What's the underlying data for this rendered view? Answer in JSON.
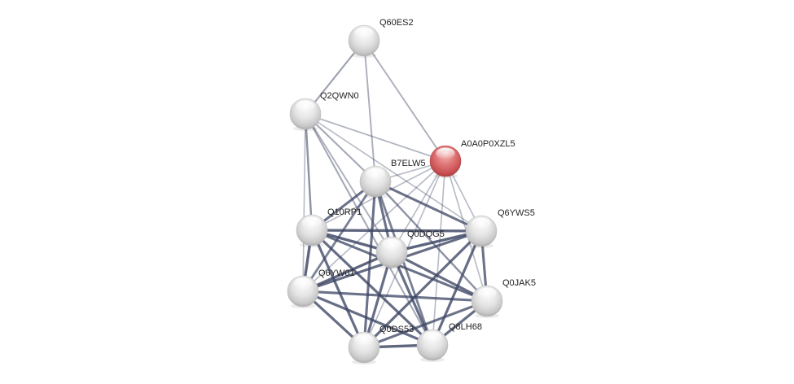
{
  "network": {
    "query_protein": "A0A0P0XZL5",
    "nodes": [
      {
        "id": "Q60ES2",
        "label": "Q60ES2",
        "query": false
      },
      {
        "id": "Q2QWN0",
        "label": "Q2QWN0",
        "query": false
      },
      {
        "id": "A0A0P0XZL5",
        "label": "A0A0P0XZL5",
        "query": true
      },
      {
        "id": "B7ELW5",
        "label": "B7ELW5",
        "query": false
      },
      {
        "id": "Q10RP1",
        "label": "Q10RP1",
        "query": false
      },
      {
        "id": "Q6YWS5",
        "label": "Q6YWS5",
        "query": false
      },
      {
        "id": "Q0DQG5",
        "label": "Q0DQG5",
        "query": false
      },
      {
        "id": "Q6YW01",
        "label": "Q6YW01",
        "query": false
      },
      {
        "id": "Q0JAK5",
        "label": "Q0JAK5",
        "query": false
      },
      {
        "id": "Q0DS53",
        "label": "Q0DS53",
        "query": false
      },
      {
        "id": "Q8LH68",
        "label": "Q8LH68",
        "query": false
      }
    ],
    "edges": [
      {
        "a": "Q60ES2",
        "b": "Q2QWN0",
        "strength": 0.45
      },
      {
        "a": "Q60ES2",
        "b": "A0A0P0XZL5",
        "strength": 0.35
      },
      {
        "a": "Q60ES2",
        "b": "B7ELW5",
        "strength": 0.35
      },
      {
        "a": "Q2QWN0",
        "b": "A0A0P0XZL5",
        "strength": 0.3
      },
      {
        "a": "Q2QWN0",
        "b": "B7ELW5",
        "strength": 0.4
      },
      {
        "a": "Q2QWN0",
        "b": "Q10RP1",
        "strength": 0.55
      },
      {
        "a": "Q2QWN0",
        "b": "Q6YW01",
        "strength": 0.25
      },
      {
        "a": "Q2QWN0",
        "b": "Q0DQG5",
        "strength": 0.35
      },
      {
        "a": "Q2QWN0",
        "b": "Q6YWS5",
        "strength": 0.25
      },
      {
        "a": "Q2QWN0",
        "b": "Q8LH68",
        "strength": 0.4
      },
      {
        "a": "A0A0P0XZL5",
        "b": "B7ELW5",
        "strength": 0.25
      },
      {
        "a": "A0A0P0XZL5",
        "b": "Q10RP1",
        "strength": 0.25
      },
      {
        "a": "A0A0P0XZL5",
        "b": "Q0DQG5",
        "strength": 0.25
      },
      {
        "a": "A0A0P0XZL5",
        "b": "Q6YWS5",
        "strength": 0.25
      },
      {
        "a": "A0A0P0XZL5",
        "b": "Q6YW01",
        "strength": 0.25
      },
      {
        "a": "A0A0P0XZL5",
        "b": "Q0JAK5",
        "strength": 0.25
      },
      {
        "a": "A0A0P0XZL5",
        "b": "Q0DS53",
        "strength": 0.25
      },
      {
        "a": "A0A0P0XZL5",
        "b": "Q8LH68",
        "strength": 0.25
      },
      {
        "a": "B7ELW5",
        "b": "Q10RP1",
        "strength": 0.8
      },
      {
        "a": "B7ELW5",
        "b": "Q0DQG5",
        "strength": 0.8
      },
      {
        "a": "B7ELW5",
        "b": "Q6YWS5",
        "strength": 0.8
      },
      {
        "a": "B7ELW5",
        "b": "Q6YW01",
        "strength": 0.7
      },
      {
        "a": "B7ELW5",
        "b": "Q0JAK5",
        "strength": 0.55
      },
      {
        "a": "B7ELW5",
        "b": "Q0DS53",
        "strength": 0.8
      },
      {
        "a": "B7ELW5",
        "b": "Q8LH68",
        "strength": 0.7
      },
      {
        "a": "Q10RP1",
        "b": "Q0DQG5",
        "strength": 0.9
      },
      {
        "a": "Q10RP1",
        "b": "Q6YWS5",
        "strength": 0.9
      },
      {
        "a": "Q10RP1",
        "b": "Q6YW01",
        "strength": 0.9
      },
      {
        "a": "Q10RP1",
        "b": "Q0JAK5",
        "strength": 0.8
      },
      {
        "a": "Q10RP1",
        "b": "Q0DS53",
        "strength": 0.85
      },
      {
        "a": "Q10RP1",
        "b": "Q8LH68",
        "strength": 0.85
      },
      {
        "a": "Q6YWS5",
        "b": "Q0DQG5",
        "strength": 0.9
      },
      {
        "a": "Q6YWS5",
        "b": "Q6YW01",
        "strength": 0.85
      },
      {
        "a": "Q6YWS5",
        "b": "Q0JAK5",
        "strength": 0.8
      },
      {
        "a": "Q6YWS5",
        "b": "Q0DS53",
        "strength": 0.85
      },
      {
        "a": "Q6YWS5",
        "b": "Q8LH68",
        "strength": 0.85
      },
      {
        "a": "Q0DQG5",
        "b": "Q6YW01",
        "strength": 0.9
      },
      {
        "a": "Q0DQG5",
        "b": "Q0JAK5",
        "strength": 0.85
      },
      {
        "a": "Q0DQG5",
        "b": "Q0DS53",
        "strength": 0.85
      },
      {
        "a": "Q0DQG5",
        "b": "Q8LH68",
        "strength": 0.85
      },
      {
        "a": "Q6YW01",
        "b": "Q0JAK5",
        "strength": 0.8
      },
      {
        "a": "Q6YW01",
        "b": "Q0DS53",
        "strength": 0.85
      },
      {
        "a": "Q6YW01",
        "b": "Q8LH68",
        "strength": 0.85
      },
      {
        "a": "Q0JAK5",
        "b": "Q0DS53",
        "strength": 0.8
      },
      {
        "a": "Q0JAK5",
        "b": "Q8LH68",
        "strength": 0.85
      },
      {
        "a": "Q0DS53",
        "b": "Q8LH68",
        "strength": 0.9
      }
    ]
  },
  "colors": {
    "edge": "#3d4664",
    "node_default": "#e6e6e6",
    "node_query": "#e06466",
    "label": "#222222",
    "background": "#ffffff"
  }
}
